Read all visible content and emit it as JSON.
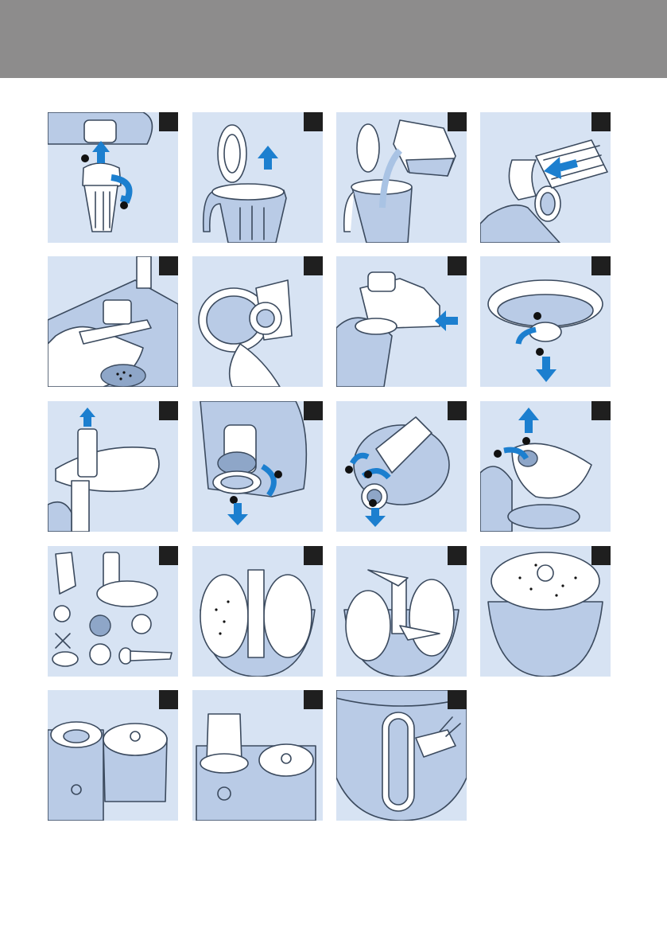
{
  "page": {
    "header_color": "#8d8c8c",
    "panel_color": "#d7e3f3",
    "accent_color": "#1c7fcf"
  },
  "steps": [
    {
      "id": 1,
      "icon": "juicer-unscrew-illustration"
    },
    {
      "id": 2,
      "icon": "blender-lid-remove-illustration"
    },
    {
      "id": 3,
      "icon": "pour-water-jug-illustration"
    },
    {
      "id": 4,
      "icon": "insert-filter-illustration"
    },
    {
      "id": 5,
      "icon": "rinse-under-tap-illustration"
    },
    {
      "id": 6,
      "icon": "disassemble-blade-unit-illustration"
    },
    {
      "id": 7,
      "icon": "press-release-button-illustration"
    },
    {
      "id": 8,
      "icon": "remove-lid-part-illustration"
    },
    {
      "id": 9,
      "icon": "remove-pusher-illustration"
    },
    {
      "id": 10,
      "icon": "unscrew-mincer-ring-illustration"
    },
    {
      "id": 11,
      "icon": "remove-mincer-illustration"
    },
    {
      "id": 12,
      "icon": "open-lid-illustration"
    },
    {
      "id": 13,
      "icon": "accessory-parts-illustration"
    },
    {
      "id": 14,
      "icon": "disc-storage-illustration"
    },
    {
      "id": 15,
      "icon": "blade-storage-illustration"
    },
    {
      "id": 16,
      "icon": "disc-on-top-illustration"
    },
    {
      "id": 17,
      "icon": "bowl-stored-illustration"
    },
    {
      "id": 18,
      "icon": "pusher-stored-illustration"
    },
    {
      "id": 19,
      "icon": "cord-storage-illustration"
    }
  ]
}
